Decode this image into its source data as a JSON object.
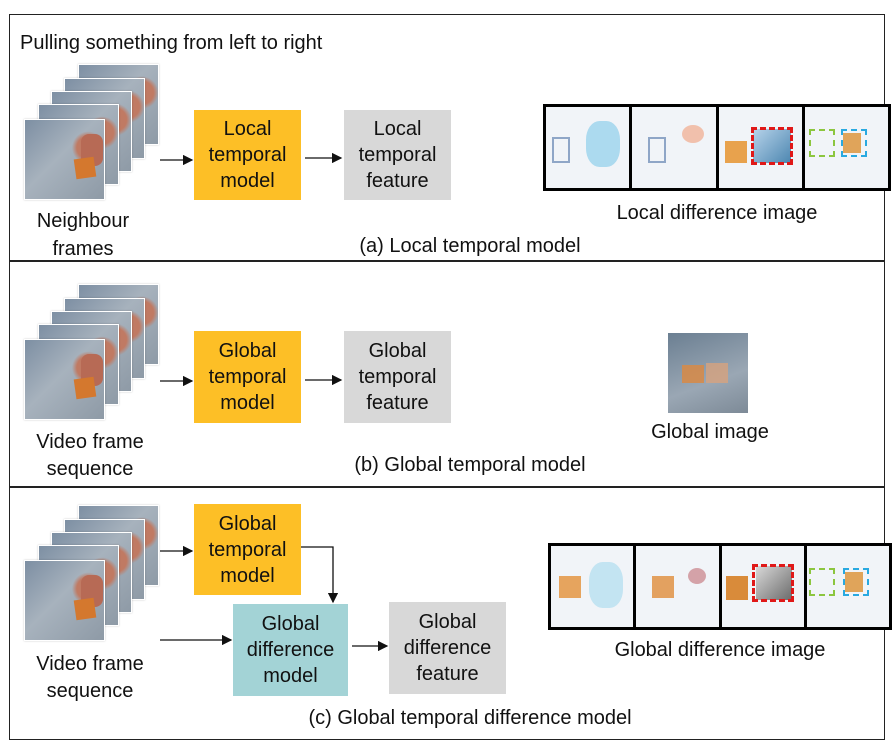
{
  "header": {
    "title": "Pulling something from left to right"
  },
  "panel_a": {
    "caption": "(a) Local temporal model",
    "input_line1": "Neighbour",
    "input_line2": "frames",
    "model_lines": [
      "Local",
      "temporal",
      "model"
    ],
    "feature_lines": [
      "Local",
      "temporal",
      "feature"
    ],
    "image_caption": "Local difference image"
  },
  "panel_b": {
    "caption": "(b) Global temporal model",
    "input_line1": "Video frame",
    "input_line2": "sequence",
    "model_lines": [
      "Global",
      "temporal",
      "model"
    ],
    "feature_lines": [
      "Global",
      "temporal",
      "feature"
    ],
    "image_caption": "Global image"
  },
  "panel_c": {
    "caption": "(c) Global temporal difference model",
    "input_line1": "Video frame",
    "input_line2": "sequence",
    "temporal_lines": [
      "Global",
      "temporal",
      "model"
    ],
    "difference_lines": [
      "Global",
      "difference",
      "model"
    ],
    "feature_lines": [
      "Global",
      "difference",
      "feature"
    ],
    "image_caption": "Global difference image"
  },
  "colors": {
    "temporal_model": "#fdbf26",
    "feature": "#d8d8d8",
    "difference_model": "#a3d3d6",
    "highlight_red": "#e01818",
    "highlight_green": "#8cc63f",
    "highlight_blue": "#29a9e0"
  }
}
